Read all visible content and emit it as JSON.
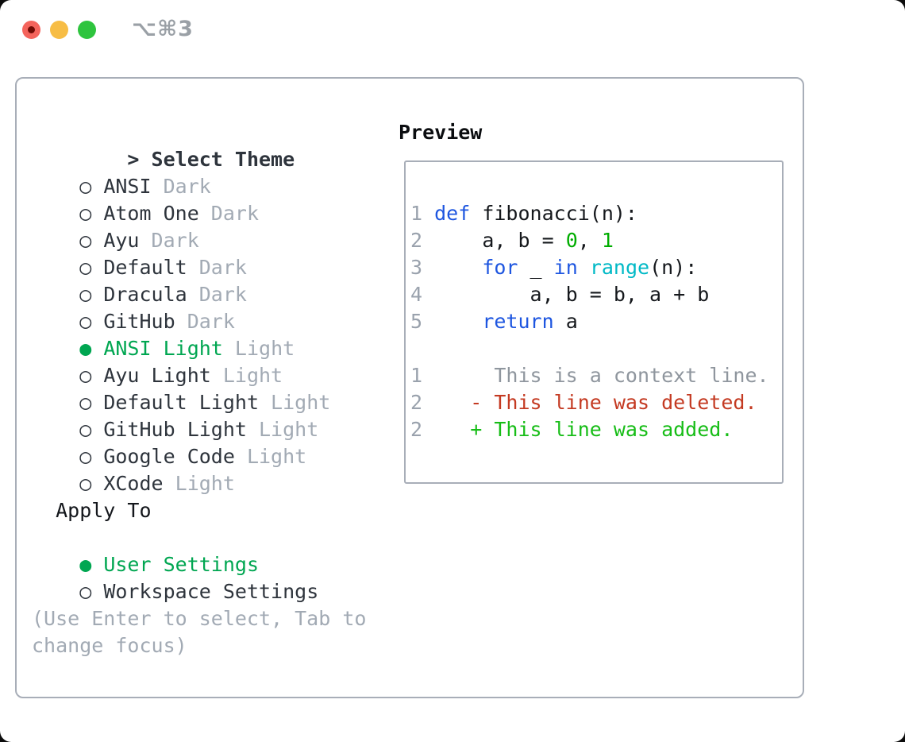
{
  "colors": {
    "accent-green": "#00a651",
    "keyword": "#1e56e0",
    "builtin": "#00b9c6",
    "number": "#00ad00",
    "added": "#17bd17",
    "deleted": "#c43a22",
    "context": "#8f969e",
    "linenum": "#9aa2ad",
    "code": "#15181c",
    "item": "#2e343c",
    "muted": "#a2aab4",
    "heading": "#0b0d10",
    "border": "#a8aeb8",
    "titlebar-text": "#9aa0a6",
    "light-red": "#f4645c",
    "light-red-dot": "#700b04",
    "light-yellow": "#f7bd45",
    "light-green": "#2ec43e"
  },
  "window": {
    "title": "⌥⌘3"
  },
  "theme_panel": {
    "header": "Select Theme",
    "header_marker": ">",
    "marker_selected": "●",
    "marker_unselected": "○",
    "items": [
      {
        "name": "ANSI",
        "variant": "Dark",
        "selected": false
      },
      {
        "name": "Atom One",
        "variant": "Dark",
        "selected": false
      },
      {
        "name": "Ayu",
        "variant": "Dark",
        "selected": false
      },
      {
        "name": "Default",
        "variant": "Dark",
        "selected": false
      },
      {
        "name": "Dracula",
        "variant": "Dark",
        "selected": false
      },
      {
        "name": "GitHub",
        "variant": "Dark",
        "selected": false
      },
      {
        "name": "ANSI Light",
        "variant": "Light",
        "selected": true
      },
      {
        "name": "Ayu Light",
        "variant": "Light",
        "selected": false
      },
      {
        "name": "Default Light",
        "variant": "Light",
        "selected": false
      },
      {
        "name": "GitHub Light",
        "variant": "Light",
        "selected": false
      },
      {
        "name": "Google Code",
        "variant": "Light",
        "selected": false
      },
      {
        "name": "XCode",
        "variant": "Light",
        "selected": false
      }
    ],
    "apply_to": {
      "header": "Apply To",
      "options": [
        {
          "label": "User Settings",
          "selected": true
        },
        {
          "label": "Workspace Settings",
          "selected": false
        }
      ]
    },
    "hint": "(Use Enter to select, Tab to change focus)"
  },
  "preview_panel": {
    "header": "Preview",
    "lines": [
      {
        "num": "1",
        "segments": [
          {
            "t": "def",
            "c": "keyword"
          },
          {
            "t": " fibonacci(n):",
            "c": "code"
          }
        ]
      },
      {
        "num": "2",
        "segments": [
          {
            "t": "    a, b = ",
            "c": "code"
          },
          {
            "t": "0",
            "c": "number"
          },
          {
            "t": ", ",
            "c": "code"
          },
          {
            "t": "1",
            "c": "number"
          }
        ]
      },
      {
        "num": "3",
        "segments": [
          {
            "t": "    ",
            "c": "code"
          },
          {
            "t": "for",
            "c": "keyword"
          },
          {
            "t": " _ ",
            "c": "code"
          },
          {
            "t": "in",
            "c": "keyword"
          },
          {
            "t": " ",
            "c": "code"
          },
          {
            "t": "range",
            "c": "builtin"
          },
          {
            "t": "(n):",
            "c": "code"
          }
        ]
      },
      {
        "num": "4",
        "segments": [
          {
            "t": "        a, b = b, a + b",
            "c": "code"
          }
        ]
      },
      {
        "num": "5",
        "segments": [
          {
            "t": "    ",
            "c": "code"
          },
          {
            "t": "return",
            "c": "keyword"
          },
          {
            "t": " a",
            "c": "code"
          }
        ]
      },
      {
        "num": "",
        "segments": []
      },
      {
        "num": "1",
        "segments": [
          {
            "t": "     This is a context line.",
            "c": "context"
          }
        ]
      },
      {
        "num": "2",
        "segments": [
          {
            "t": "   - This line was deleted.",
            "c": "deleted"
          }
        ]
      },
      {
        "num": "2",
        "segments": [
          {
            "t": "   + This line was added.",
            "c": "added"
          }
        ]
      }
    ]
  }
}
